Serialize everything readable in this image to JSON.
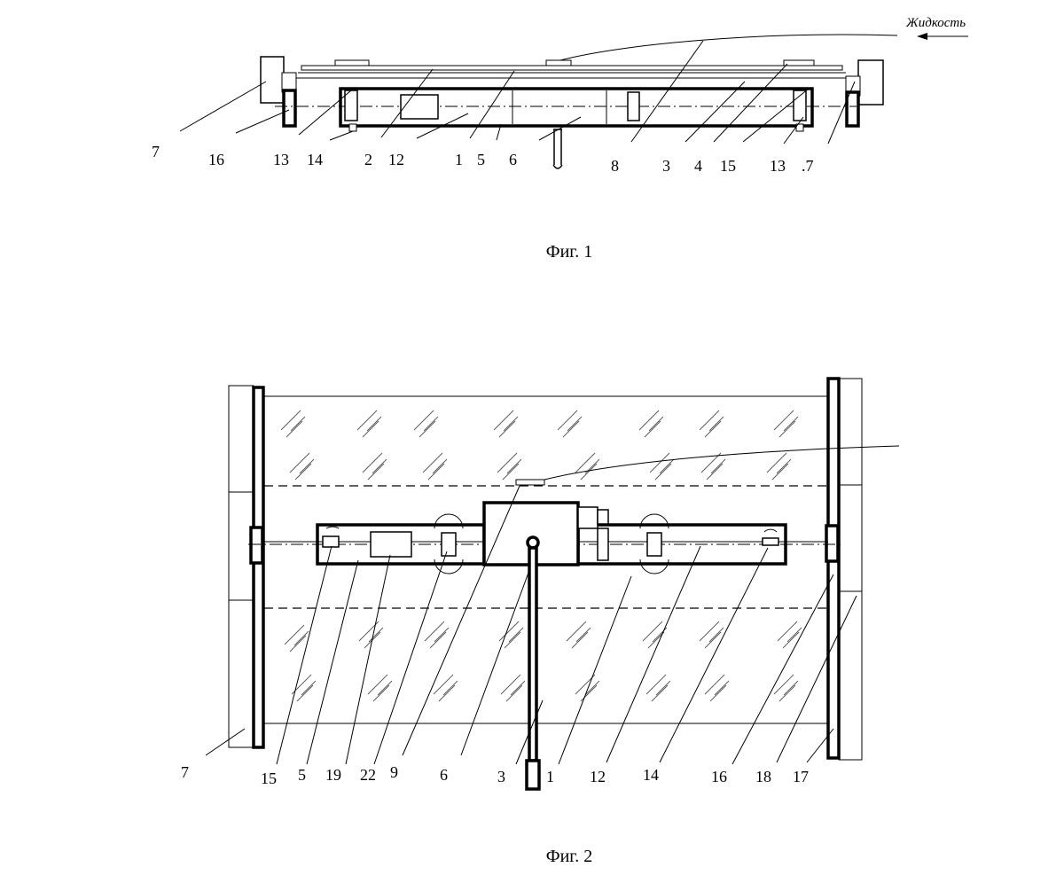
{
  "fig1": {
    "caption": "Фиг. 1",
    "flow_label": "Жидкость",
    "labels": [
      "7",
      "16",
      "13",
      "14",
      "2",
      "12",
      "1",
      "5",
      "6",
      "8",
      "3",
      "4",
      "15",
      "13",
      ".7"
    ]
  },
  "fig2": {
    "caption": "Фиг. 2",
    "labels": [
      "7",
      "15",
      "5",
      "19",
      "22",
      "9",
      "6",
      "3",
      "1",
      "12",
      "14",
      "16",
      "18",
      "17"
    ]
  }
}
